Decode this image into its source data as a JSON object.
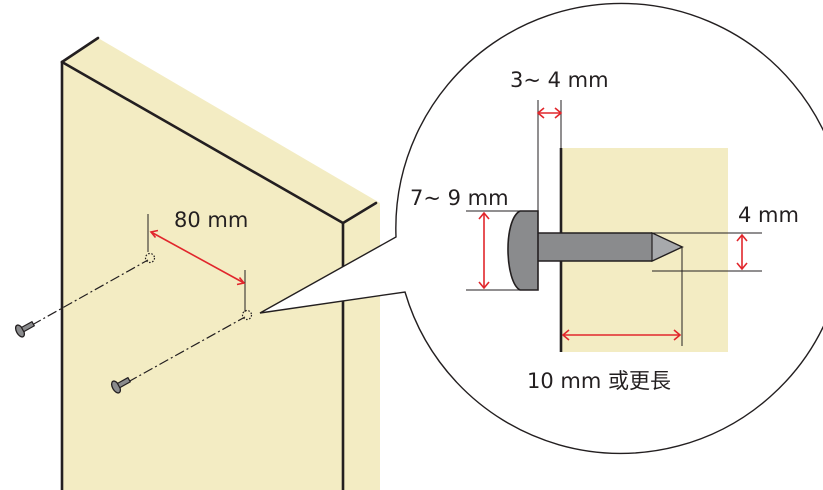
{
  "labels": {
    "hole_spacing": "80 mm",
    "head_gap": "3~ 4 mm",
    "head_diameter": "7~ 9 mm",
    "shaft_diameter": "4 mm",
    "screw_length": "10 mm 或更長"
  },
  "colors": {
    "wall": "#f3ecc3",
    "outline": "#231f20",
    "dimension": "#e1262c",
    "screw": "#8a8b8d",
    "screw_tip": "#a7a9ac"
  }
}
